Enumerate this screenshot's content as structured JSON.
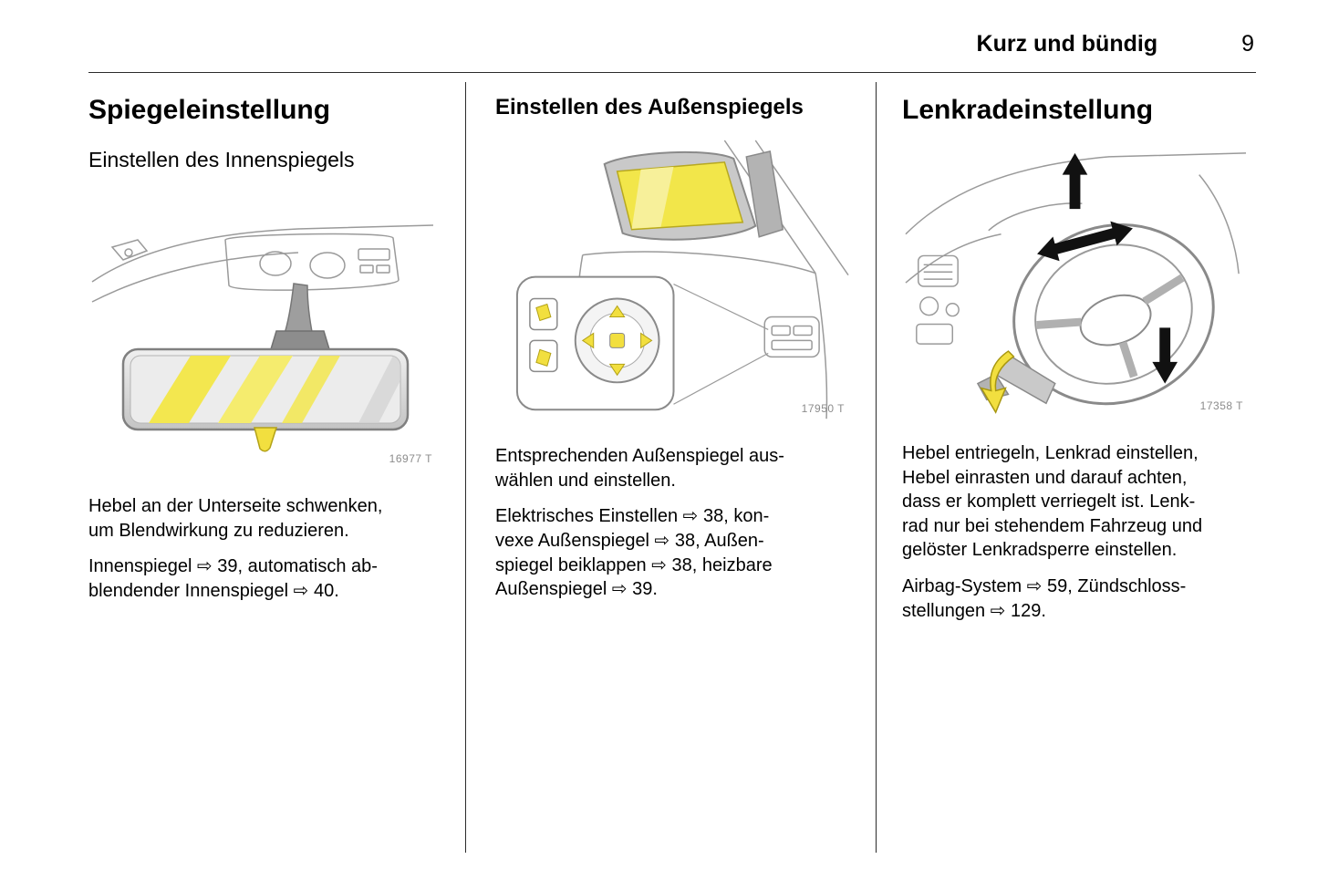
{
  "colors": {
    "highlight_yellow": "#f2df3f",
    "line_gray": "#9a9a9a",
    "rule_dark": "#2b2b2b"
  },
  "header": {
    "title": "Kurz und bündig",
    "page_number": "9"
  },
  "columns": {
    "left": {
      "title": "Spiegeleinstellung",
      "subtitle": "Einstellen des Innenspiegels",
      "figure_label": "16977 T",
      "para1": "Hebel an der Unterseite schwenken,\num Blendwirkung zu reduzieren.",
      "para2": "Innenspiegel ⇨ 39, automatisch ab-\nblendender Innenspiegel ⇨ 40."
    },
    "middle": {
      "title": "Einstellen des Außenspiegels",
      "figure_label": "17950 T",
      "para1": "Entsprechenden Außenspiegel aus-\nwählen und einstellen.",
      "para2": "Elektrisches Einstellen ⇨ 38, kon-\nvexe Außenspiegel ⇨ 38, Außen-\nspiegel beiklappen ⇨ 38, heizbare\nAußenspiegel ⇨ 39."
    },
    "right": {
      "title": "Lenkradeinstellung",
      "figure_label": "17358 T",
      "para1": "Hebel entriegeln, Lenkrad einstellen,\nHebel einrasten und darauf achten,\ndass er komplett verriegelt ist. Lenk-\nrad nur bei stehendem Fahrzeug und\ngelöster Lenkradsperre einstellen.",
      "para2": "Airbag-System ⇨ 59, Zündschloss-\nstellungen ⇨ 129."
    }
  }
}
